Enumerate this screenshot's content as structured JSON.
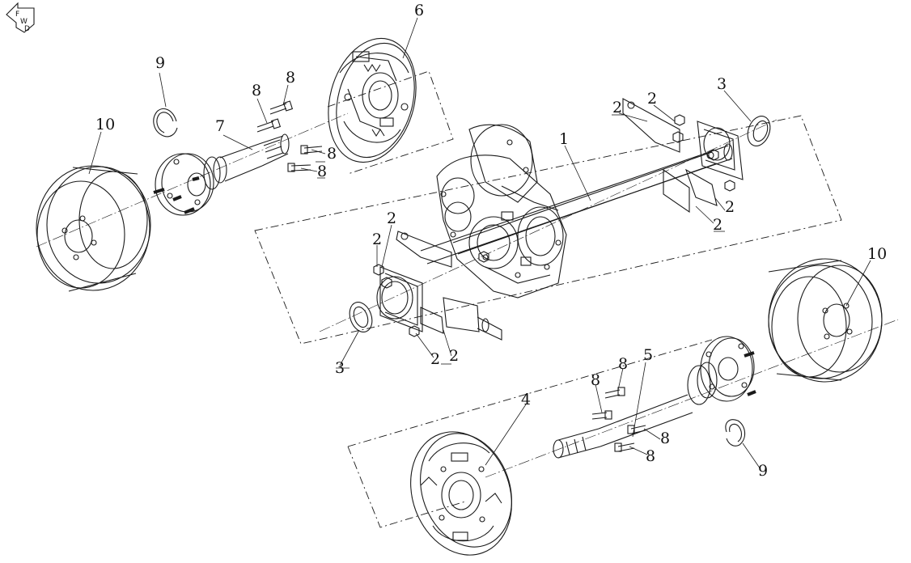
{
  "fwd_badge": {
    "letters": [
      "F",
      "W",
      "D"
    ]
  },
  "callouts": {
    "rear_axle_housing": "1",
    "nut": "2",
    "oil_seal": "3",
    "brake_assembly_right": "4",
    "half_shaft_right": "5",
    "brake_assembly_left": "6",
    "half_shaft_left": "7",
    "bolt": "8",
    "retaining_ring": "9",
    "brake_drum": "10"
  },
  "colors": {
    "line": "#1a1a1a",
    "background": "#ffffff"
  }
}
